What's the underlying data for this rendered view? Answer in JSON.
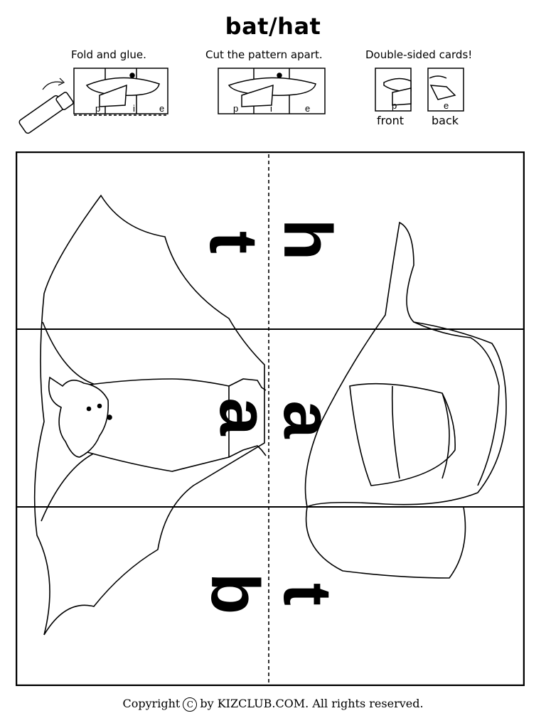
{
  "title": "bat/hat",
  "instructions": {
    "step1": "Fold and glue.",
    "step2": "Cut the pattern apart.",
    "step3": "Double-sided cards!",
    "front": "front",
    "back": "back"
  },
  "example_card": {
    "letters": [
      "p",
      "i",
      "e"
    ],
    "front_letter": "p",
    "back_letter": "e"
  },
  "cards": {
    "left": [
      "t",
      "a",
      "b"
    ],
    "right": [
      "h",
      "a",
      "t"
    ]
  },
  "footer": {
    "copyright": "Copyright",
    "rest": "by KIZCLUB.COM. All rights reserved."
  }
}
